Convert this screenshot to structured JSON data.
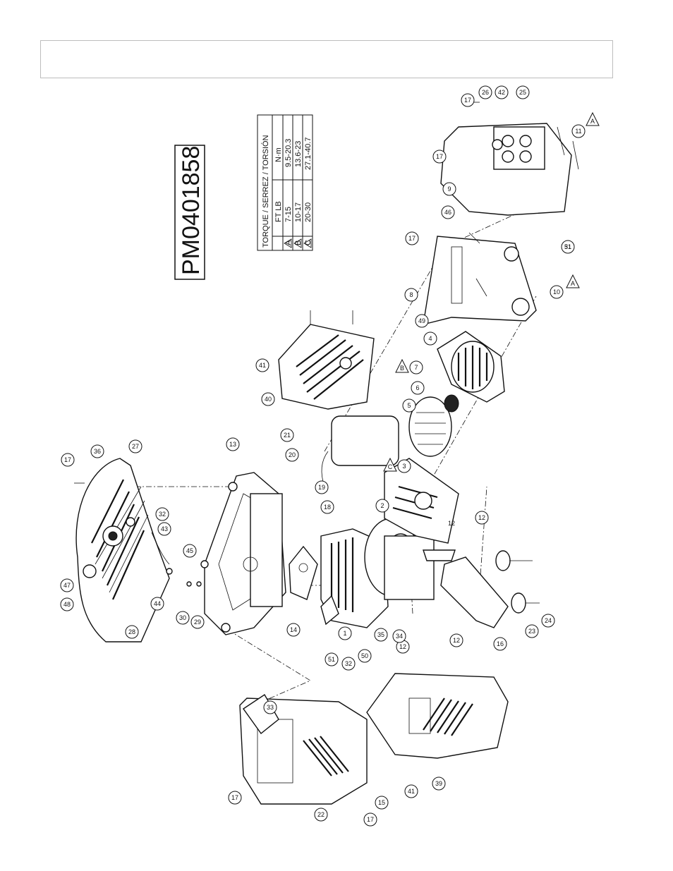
{
  "document": {
    "part_number": "PM0401858"
  },
  "torque_table": {
    "title": "TORQUE / SERREZ / TORSIÓN",
    "columns": [
      "FT LB",
      "N·m"
    ],
    "rows": [
      {
        "mark": "A",
        "ft_lb": "7-15",
        "nm": "9.5-20.3"
      },
      {
        "mark": "B",
        "ft_lb": "10-17",
        "nm": "13.6-23"
      },
      {
        "mark": "C",
        "ft_lb": "20-30",
        "nm": "27.1-40.7"
      }
    ]
  },
  "torque_marks": [
    "A",
    "A",
    "B",
    "C"
  ],
  "callouts": [
    "1",
    "2",
    "3",
    "4",
    "5",
    "6",
    "7",
    "8",
    "9",
    "10",
    "11",
    "12",
    "12",
    "12",
    "12",
    "13",
    "14",
    "15",
    "16",
    "17",
    "17",
    "17",
    "17",
    "17",
    "17",
    "18",
    "19",
    "20",
    "21",
    "22",
    "23",
    "24",
    "25",
    "26",
    "27",
    "28",
    "29",
    "30",
    "31",
    "32",
    "32",
    "33",
    "34",
    "35",
    "36",
    "39",
    "40",
    "41",
    "41",
    "42",
    "43",
    "44",
    "45",
    "46",
    "47",
    "48",
    "49",
    "50",
    "51",
    "51"
  ]
}
